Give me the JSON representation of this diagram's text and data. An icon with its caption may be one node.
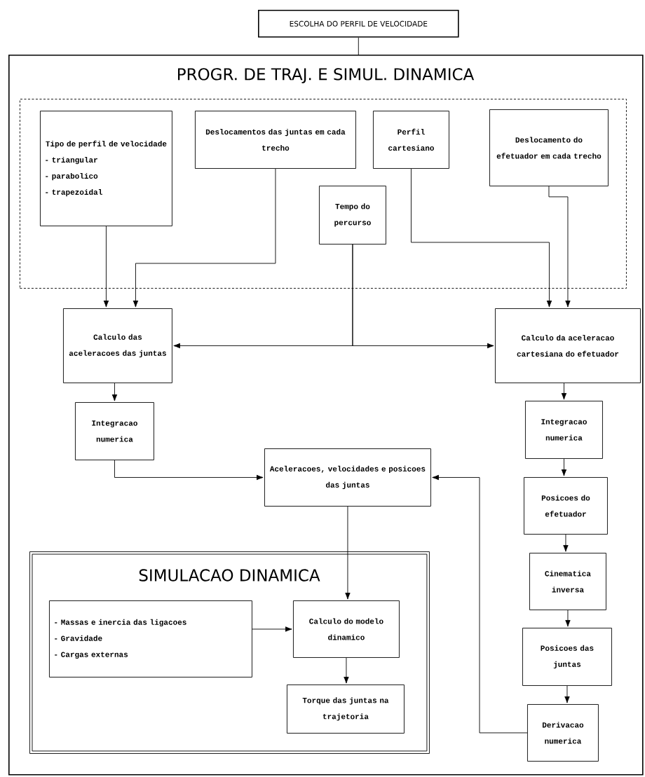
{
  "diagram": {
    "nodes": [
      {
        "text": [
          "ESCOLHA DO PERFIL DE VELOCIDADE"
        ]
      },
      {
        "text": [
          "PROGR. DE TRAJ. E SIMUL. DINAMICA"
        ]
      },
      {
        "text": [],
        "shape": "box",
        "in": 1
      },
      {
        "text": [
          "Tipo de perfil de velocidade",
          "- triangular",
          "- parabolico",
          "- trapezoidal"
        ],
        "in": 2
      },
      {
        "text": [
          "Deslocamentos das juntas em cada trecho"
        ],
        "in": 2
      },
      {
        "text": [
          "Perfil cartesiano"
        ],
        "in": 2
      },
      {
        "text": [
          "Deslocamento do efetuador em cada trecho"
        ],
        "in": 2
      },
      {
        "text": [
          "Tempo do percurso"
        ],
        "in": 2
      },
      {
        "text": [
          "Calculo das aceleracoes das juntas"
        ],
        "in": 1
      },
      {
        "text": [
          "Calculo da aceleracao cartesiana do efetuador"
        ],
        "in": 1
      },
      {
        "text": [
          "Integracao numerica"
        ],
        "in": 1
      },
      {
        "text": [
          "Integracao numerica"
        ],
        "in": 1
      },
      {
        "text": [
          "Aceleracoes, velocidades e posicoes das juntas"
        ],
        "in": 1
      },
      {
        "text": [
          "Posicoes do efetuador"
        ],
        "in": 1
      },
      {
        "text": [
          "SIMULACAO DINAMICA"
        ],
        "in": 1
      },
      {
        "text": [
          "- Massas e inercia das ligacoes",
          "- Gravidade",
          "- Cargas externas"
        ],
        "in": 14
      },
      {
        "text": [
          "Calculo do modelo dinamico"
        ],
        "in": 14
      },
      {
        "text": [
          "Torque das juntas na trajetoria"
        ],
        "in": 14
      },
      {
        "text": [
          "Cinematica inversa"
        ],
        "in": 1
      },
      {
        "text": [
          "Posicoes das juntas"
        ],
        "in": 1
      },
      {
        "text": [
          "Derivacao numerica"
        ],
        "in": 1
      }
    ],
    "edges": [
      {
        "from": 0,
        "to": 1,
        "arrow": "none"
      },
      {
        "from": 3,
        "to": 8,
        "arrow": "to"
      },
      {
        "from": 4,
        "to": 8,
        "arrow": "to"
      },
      {
        "from": 7,
        "to": 8,
        "arrow": "to"
      },
      {
        "from": 7,
        "to": 9,
        "arrow": "to"
      },
      {
        "from": 5,
        "to": 9,
        "arrow": "to"
      },
      {
        "from": 6,
        "to": 9,
        "arrow": "to"
      },
      {
        "from": 8,
        "to": 10,
        "arrow": "to"
      },
      {
        "from": 10,
        "to": 12,
        "arrow": "to"
      },
      {
        "from": 9,
        "to": 11,
        "arrow": "to"
      },
      {
        "from": 11,
        "to": 13,
        "arrow": "to"
      },
      {
        "from": 13,
        "to": 18,
        "arrow": "to"
      },
      {
        "from": 18,
        "to": 19,
        "arrow": "to"
      },
      {
        "from": 19,
        "to": 20,
        "arrow": "to"
      },
      {
        "from": 20,
        "to": 12,
        "arrow": "to"
      },
      {
        "from": 12,
        "to": 16,
        "arrow": "to"
      },
      {
        "from": 15,
        "to": 16,
        "arrow": "to"
      },
      {
        "from": 16,
        "to": 17,
        "arrow": "to"
      }
    ]
  }
}
